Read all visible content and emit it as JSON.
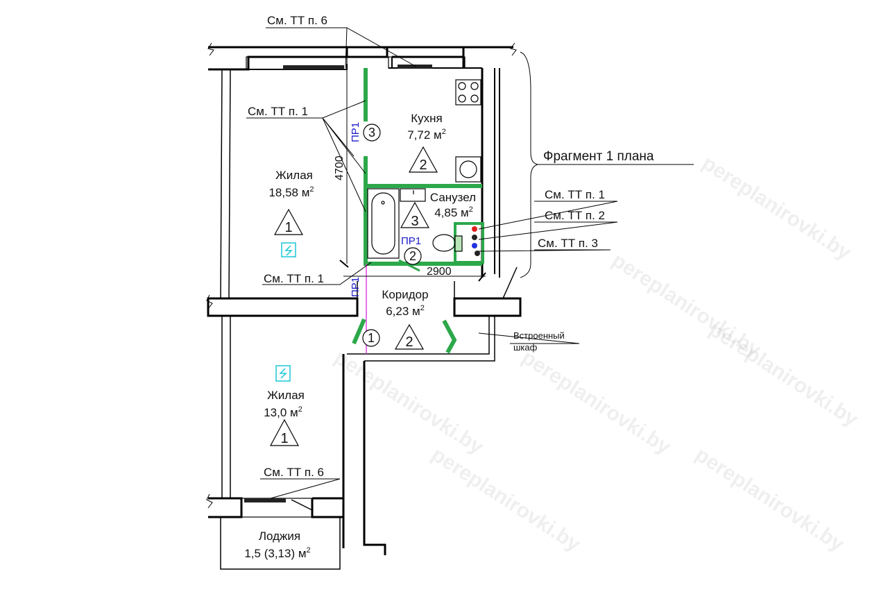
{
  "watermark": "pereplanirovki.by",
  "colors": {
    "wall": "#000000",
    "new_partition": "#2ca84a",
    "label_blue": "#1a1acc",
    "accent_cyan": "#19c7d6",
    "demolish": "#e040e0"
  },
  "fragment_label": "Фрагмент 1 плана",
  "notes": {
    "tt6_top": "См. ТТ п. 6",
    "tt1_left": "См. ТТ п. 1",
    "tt1_lower": "См. ТТ п. 1",
    "tt1_right": "См. ТТ п. 1",
    "tt2_right": "См. ТТ п. 2",
    "tt3_right": "См. ТТ п. 3",
    "tt6_bottom": "См. ТТ п. 6"
  },
  "rooms": [
    {
      "name": "Жилая",
      "area": "18,58 м",
      "sup": "2",
      "num": "1"
    },
    {
      "name": "Кухня",
      "area": "7,72 м",
      "sup": "2",
      "num": "2"
    },
    {
      "name": "Санузел",
      "area": "4,85 м",
      "sup": "2",
      "num": "3"
    },
    {
      "name": "Коридор",
      "area": "6,23 м",
      "sup": "2",
      "num": "2"
    },
    {
      "name": "Жилая",
      "area": "13,0 м",
      "sup": "2",
      "num": "1"
    },
    {
      "name": "Лоджия",
      "area": "1,5 (3,13) м",
      "sup": "2"
    }
  ],
  "closet_label": [
    "Встроенный",
    "шкаф"
  ],
  "dimensions": {
    "vertical": "4700",
    "horizontal": "2900"
  },
  "partition_labels": {
    "pr1_kitchen": "ПР1",
    "pr1_bath": "ПР1",
    "pr1_corridor": "ПР1"
  },
  "circle_markers": {
    "kitchen": "3",
    "bath": "2",
    "corridor": "1"
  }
}
